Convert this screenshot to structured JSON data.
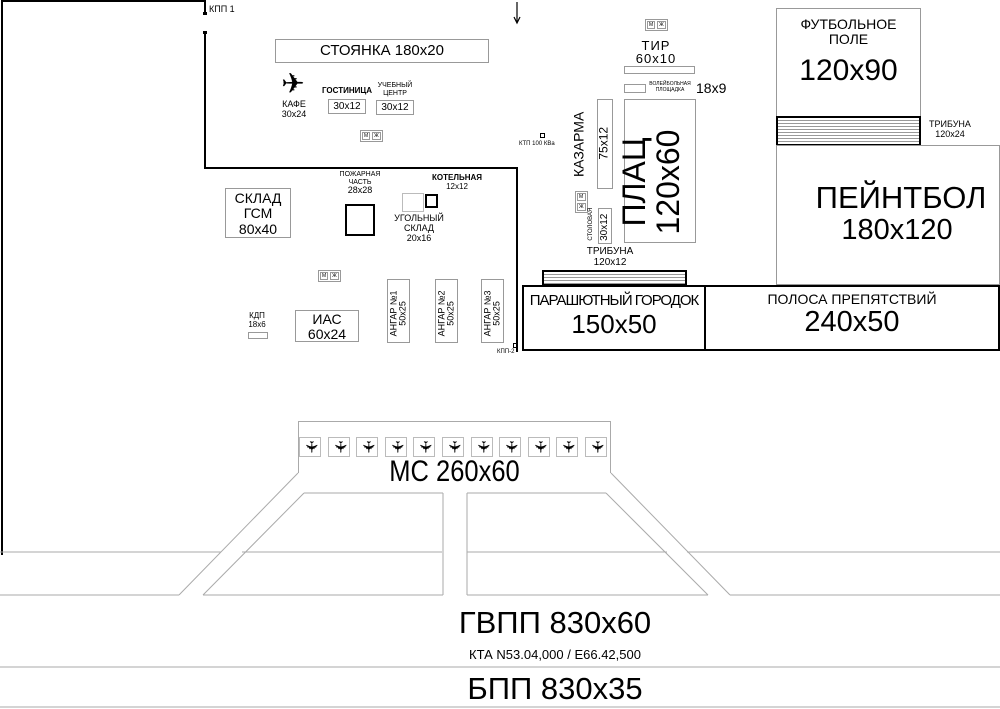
{
  "labels": {
    "kpp1": "КПП 1",
    "kpp2": "КПП-2",
    "parking": "СТОЯНКА 180х20",
    "cafe": "КАФЕ",
    "cafe_size": "30х24",
    "hotel": "ГОСТИНИЦА",
    "hotel_size": "30х12",
    "training": "УЧЕБНЫЙ ЦЕНТР",
    "training_size": "30х12",
    "wc_m": "М",
    "wc_f": "Ж",
    "ktp": "КТП 100 КВа",
    "fuel_1": "СКЛАД",
    "fuel_2": "ГСМ",
    "fuel_size": "80х40",
    "fire": "ПОЖАРНАЯ ЧАСТЬ",
    "fire_size": "28х28",
    "boiler": "КОТЕЛЬНАЯ",
    "boiler_size": "12х12",
    "coal": "УГОЛЬНЫЙ СКЛАД",
    "coal_size": "20х16",
    "kdp": "КДП",
    "kdp_size": "18х6",
    "ias": "ИАС",
    "ias_size": "60х24",
    "hangar1": "АНГАР №1",
    "hangar2": "АНГАР №2",
    "hangar3": "АНГАР №3",
    "hangar_size": "50х25",
    "range": "ТИР",
    "range_size": "60х10",
    "volley": "ВОЛЕЙБОЛЬНАЯ ПЛОЩАДКА",
    "volley_size": "18х9",
    "barracks": "КАЗАРМА",
    "barracks_size": "75х12",
    "canteen": "СТОЛОВАЯ",
    "canteen_size": "30х12",
    "parade": "ПЛАЦ",
    "parade_size": "120х60",
    "stand1": "ТРИБУНА",
    "stand1_size": "120х12",
    "football_1": "ФУТБОЛЬНОЕ",
    "football_2": "ПОЛЕ",
    "football_size": "120х90",
    "stand2": "ТРИБУНА",
    "stand2_size": "120х24",
    "paintball": "ПЕЙНТБОЛ",
    "paintball_size": "180х120",
    "para": "ПАРАШЮТНЫЙ ГОРОДОК",
    "para_size": "150х50",
    "obstacle": "ПОЛОСА ПРЕПЯТСТВИЙ",
    "obstacle_size": "240х50",
    "apron": "МС 260х60",
    "runway": "ГВПП 830х60",
    "kta": "КТА N53.04,000 / E66.42,500",
    "bpp": "БПП 830х35"
  },
  "apron_stands": 11
}
